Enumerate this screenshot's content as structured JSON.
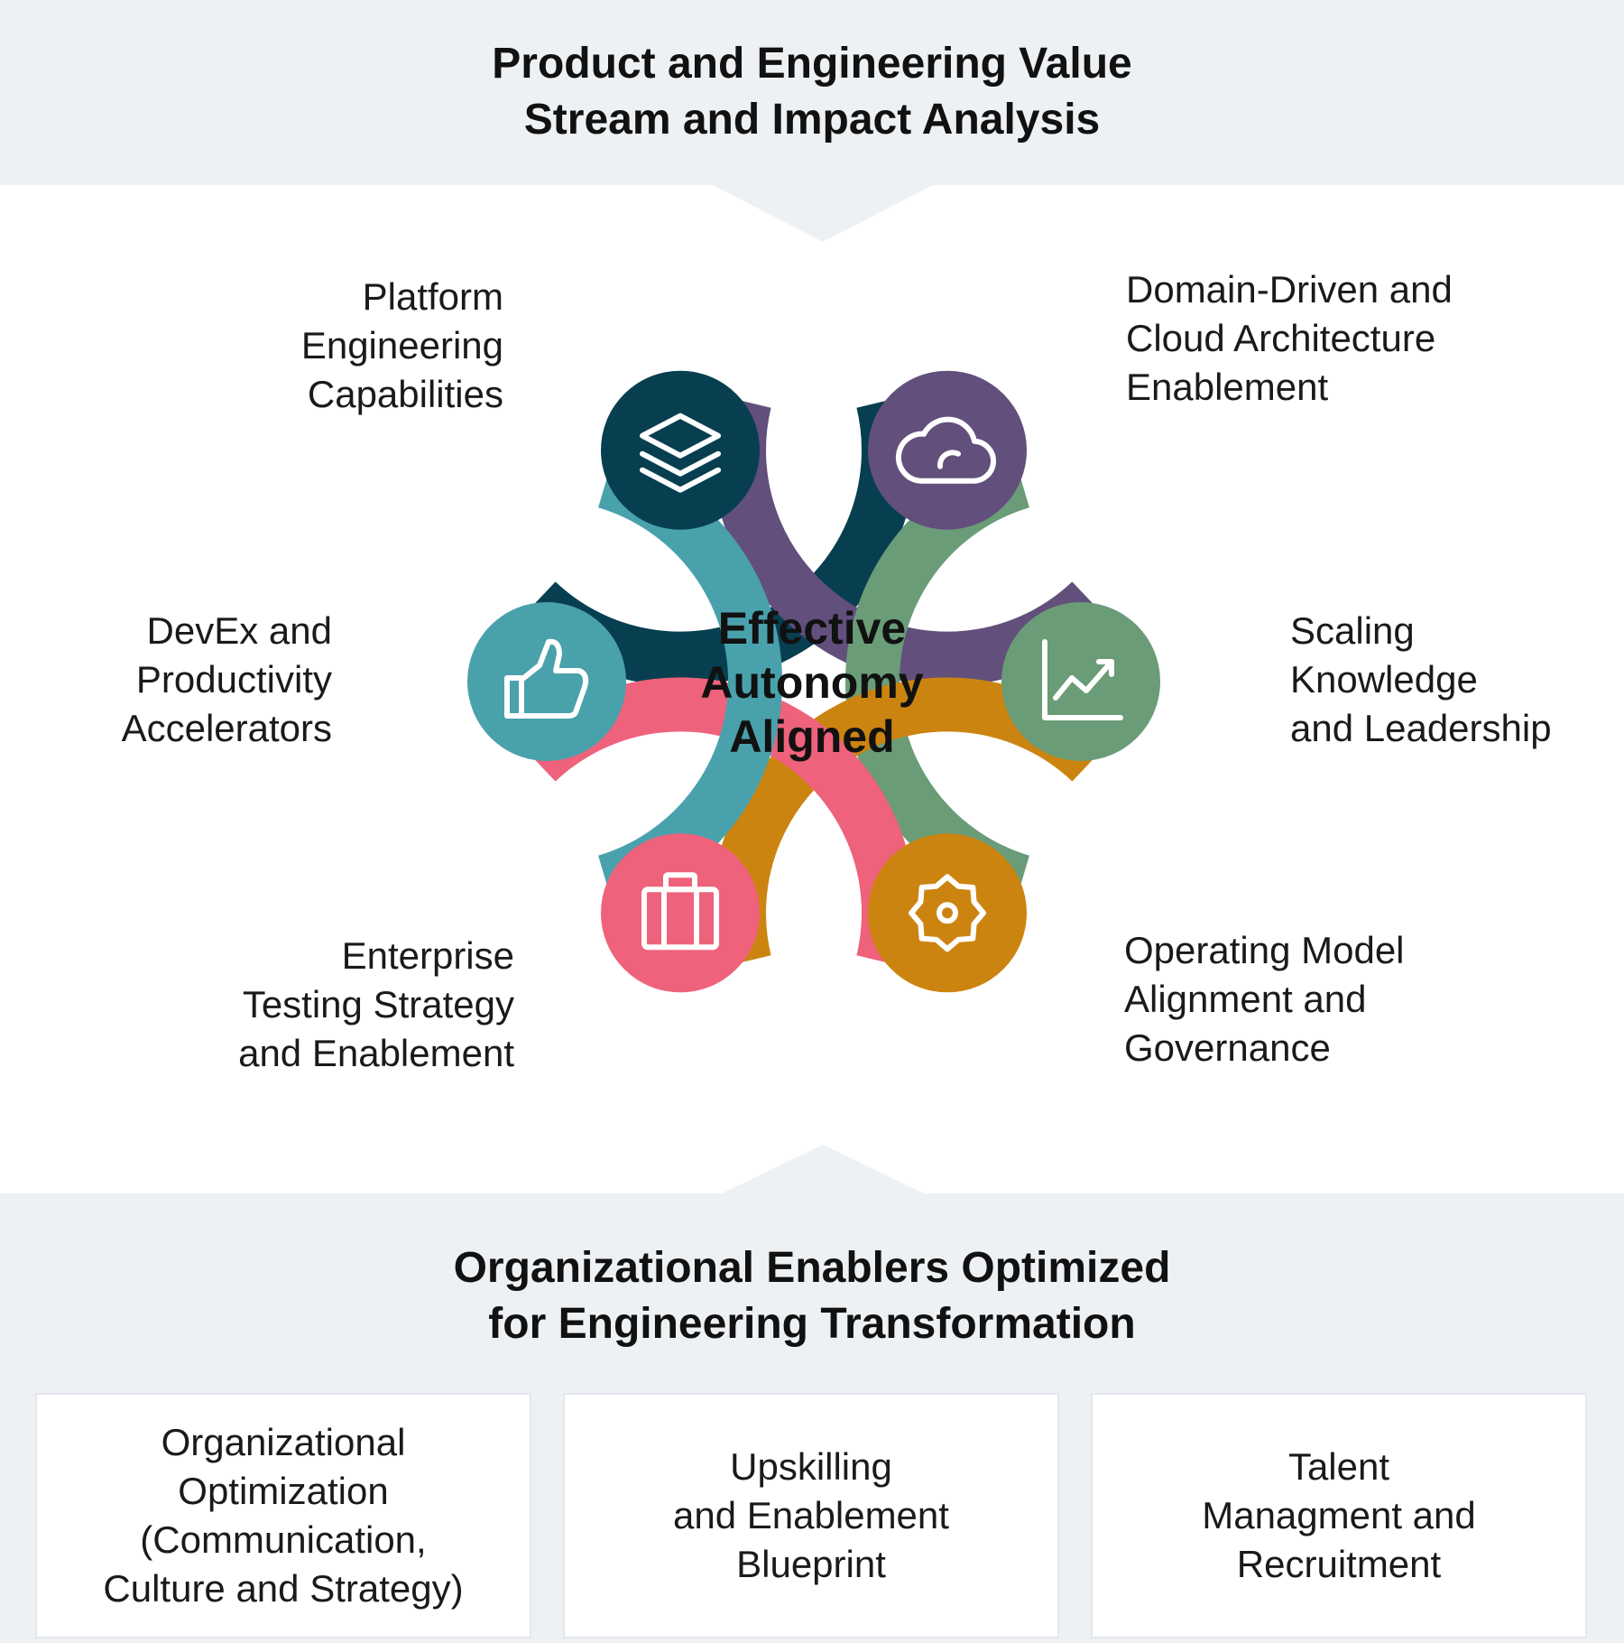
{
  "header": {
    "title": "Product and Engineering Value\nStream and Impact Analysis"
  },
  "center": {
    "title": "Effective\nAutonomy\nAligned"
  },
  "segments": [
    {
      "label": "Platform\nEngineering\nCapabilities",
      "icon": "layers-icon",
      "color": "#073f51"
    },
    {
      "label": "Domain-Driven and\nCloud Architecture\nEnablement",
      "icon": "cloud-icon",
      "color": "#624f7c"
    },
    {
      "label": "Scaling\nKnowledge\nand Leadership",
      "icon": "line-chart-icon",
      "color": "#6a9c78"
    },
    {
      "label": "Operating Model\nAlignment and\nGovernance",
      "icon": "gear-icon",
      "color": "#cc8410"
    },
    {
      "label": "Enterprise\nTesting Strategy\nand Enablement",
      "icon": "briefcase-icon",
      "color": "#ef627b"
    },
    {
      "label": "DevEx and\nProductivity\nAccelerators",
      "icon": "thumbs-up-icon",
      "color": "#49a1ac"
    }
  ],
  "footer": {
    "title": "Organizational Enablers Optimized\nfor Engineering Transformation",
    "enablers": [
      {
        "label": "Organizational\nOptimization\n(Communication,\nCulture and Strategy)"
      },
      {
        "label": "Upskilling\nand Enablement\nBlueprint"
      },
      {
        "label": "Talent\nManagment and\nRecruitment"
      }
    ]
  }
}
